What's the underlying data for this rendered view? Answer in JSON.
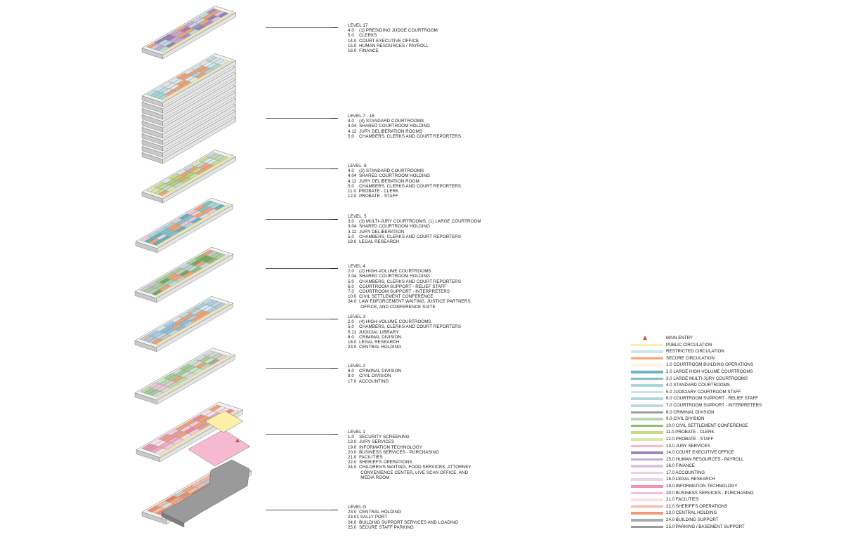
{
  "levels": [
    {
      "id": "l17",
      "title": "LEVEL 17",
      "items": [
        "4.0    (1) PRESIDING JUDGE COURTROOM",
        "5.0    CLERKS",
        "14.0  COURT EXECUTIVE OFFICE",
        "15.0  HUMAN RESOURCES / PAYROLL",
        "16.0  FINANCE"
      ],
      "palette": [
        "#a98fc0",
        "#c7a9d4",
        "#b9dde2",
        "#f3a073",
        "#d6c7e2",
        "#9c7db3"
      ]
    },
    {
      "id": "l7_16",
      "title": "LEVEL 7 - 16",
      "items": [
        "4.0    (4) STANDARD COURTROOMS",
        "4.04  SHARED COURTROOM HOLDING",
        "4.12  JURY DELIBERATION ROOMS",
        "5.0    CHAMBERS, CLERKS AND COURT REPORTERS"
      ],
      "palette": [
        "#b9dde2",
        "#cfe6ea",
        "#f3a073",
        "#d9e9ef",
        "#e8e8e8",
        "#a9d4db"
      ]
    },
    {
      "id": "l6",
      "title": "LEVEL  6",
      "items": [
        "4.0    (2) STANDARD COURTROOMS",
        "4.04  SHARED COURTROOM HOLDING",
        "4.12  JURY DELIBERATION ROOM",
        "5.0    CHAMBERS, CLERKS AND COURT REPORTERS",
        "11.0  PROBATE - CLERK",
        "12.0  PROBATE - STAFF"
      ],
      "palette": [
        "#c9df8a",
        "#b9dde2",
        "#dde9b0",
        "#f3a073",
        "#d9e9ef",
        "#b7d275"
      ]
    },
    {
      "id": "l5",
      "title": "LEVEL  5",
      "items": [
        "3.0    (3) MULTI-JURY COURTROOMS, (1) LARGE COURTROOM",
        "3.04  SHARED COURTROOM HOLDING",
        "3.12  JURY DELIBERATION",
        "5.0    CHAMBERS, CLERKS AND COURT REPORTERS",
        "18.0  LEGAL RESEARCH"
      ],
      "palette": [
        "#7fc2c8",
        "#a9d4db",
        "#f0c6d6",
        "#f3a073",
        "#e8d8e6",
        "#63b1ba"
      ]
    },
    {
      "id": "l4",
      "title": "LEVEL 4",
      "items": [
        "2.0    (2) HIGH-VOLUME COURTROOMS",
        "2.04  SHARED COURTROOM HOLDING",
        "5.0    CHAMBERS, CLERKS AND COURT REPORTERS",
        "6.0    COURTROOM SUPPORT - RELIEF STAFF",
        "7.0    COURTROOM SUPPORT - INTERPRETERS",
        "10.0  CIVIL SETTLEMENT CONFERENCE",
        "24.0  LAW ENFORCEMENT WAITING, JUSTICE PARTNERS",
        "          OFFICE, AND CONFERENCE SUITE"
      ],
      "palette": [
        "#8fbd6b",
        "#b9dde2",
        "#a7cfa0",
        "#f3a073",
        "#c8c8c8",
        "#6fa95a"
      ]
    },
    {
      "id": "l3",
      "title": "LEVEL 3",
      "items": [
        "2.0    (4) HIGH-VOLUME COURTROOMS",
        "5.0    CHAMBERS, CLERKS AND COURT REPORTERS",
        "5.11  JUDICIAL LIBRARY",
        "8.0    CRIMINAL DIVISION",
        "18.0  LEGAL RESEARCH",
        "23.0  CENTRAL HOLDING"
      ],
      "palette": [
        "#a9cde6",
        "#b9dde2",
        "#c6c6c6",
        "#f3a073",
        "#d9e9ef",
        "#8fbcd8"
      ]
    },
    {
      "id": "l2",
      "title": "LEVEL 2",
      "items": [
        "8.0    CRIMINAL DIVISION",
        "9.0    CIVIL DIVISION",
        "17.0  ACCOUNTING"
      ],
      "palette": [
        "#b7dcae",
        "#a3a9a1",
        "#c9e6c2",
        "#ecc7d7",
        "#d8d8d8",
        "#9ecf95"
      ]
    },
    {
      "id": "l1",
      "title": "LEVEL 1",
      "items": [
        "1.0    SECURITY SCREENING",
        "13.0  JURY SERVICES",
        "19.0  INFORMATION TECHNOLOGY",
        "20.0  BUSINESS SERVICES - PURCHASING",
        "21.0  FACILITIES",
        "22.0  SHERIFF'S OPERATIONS",
        "24.0  CHILDREN'S WAITING, FOOD SERVICES, ATTORNEY",
        "          CONVENIENCE CENTER, LIVE SCAN OFFICE, AND",
        "          MEDIA ROOM"
      ],
      "palette": [
        "#f2a9c6",
        "#f7c9d9",
        "#f0859b",
        "#fbe0e6",
        "#f3a073",
        "#e996b3"
      ]
    },
    {
      "id": "lg",
      "title": "LEVEL G",
      "items": [
        "23.0  CENTRAL HOLDING",
        "23.01 SALLY PORT",
        "24.0  BUILDING SUPPORT SERVICES AND LOADING",
        "25.0  SECURE STAFF PARKING"
      ],
      "palette": [
        "#f4a282",
        "#ee8d6a",
        "#f7b99b",
        "#c9c9c9",
        "#dedede",
        "#e87d5c"
      ]
    }
  ],
  "legend": [
    {
      "label": "MAIN ENTRY",
      "color": "#c2553d",
      "marker": "triangle"
    },
    {
      "label": "PUBLIC CIRCULATION",
      "color": "#fbf0a6"
    },
    {
      "label": "RESTRICTED CIRCULATION",
      "color": "#c9e4f2"
    },
    {
      "label": "SECURE CIRCULATION",
      "color": "#f5a46c"
    },
    {
      "label": "1.0 COURTROOM BUILDING OPERATIONS",
      "color": "#fdf3dc"
    },
    {
      "label": "2.0 LARGE HIGH-VOLUME COURTROOMS",
      "color": "#6fb2bd"
    },
    {
      "label": "3.0 LARGE MULTI-JURY COURTROOMS",
      "color": "#82bfc6"
    },
    {
      "label": "4.0 STANDARD COURTROOMS",
      "color": "#a9d7d9"
    },
    {
      "label": "5.0 JUDICIARY COURTROOM STAFF",
      "color": "#c8e6ea"
    },
    {
      "label": "6.0 COURTROOM SUPPORT - RELIEF STAFF",
      "color": "#b1d6dc"
    },
    {
      "label": "7.0 COURTROOM SUPPORT - INTERPRETERS",
      "color": "#bcd7de"
    },
    {
      "label": "8.0 CRIMINAL DIVISION",
      "color": "#9a9d98"
    },
    {
      "label": "9.0 CIVIL DIVISION",
      "color": "#b5d7ad"
    },
    {
      "label": "10.0 CIVIL SETTLEMENT CONFERENCE",
      "color": "#8fbb75"
    },
    {
      "label": "11.0 PROBATE - CLERK",
      "color": "#c7dc83"
    },
    {
      "label": "12.0 PROBATE - STAFF",
      "color": "#dde9ac"
    },
    {
      "label": "13.0 JURY SERVICES",
      "color": "#f5b9d0"
    },
    {
      "label": "14.0 COURT EXECUTIVE OFFICE",
      "color": "#a187b8"
    },
    {
      "label": "15.0 HUMAN RESOURCES - PAYROLL",
      "color": "#c4add3"
    },
    {
      "label": "16.0 FINANCE",
      "color": "#d9c2df"
    },
    {
      "label": "17.0 ACCOUNTING",
      "color": "#eccfe0"
    },
    {
      "label": "18.0 LEGAL RESEARCH",
      "color": "#e7d9e8"
    },
    {
      "label": "19.0 INFORMATION TECHNOLOGY",
      "color": "#ee94ad"
    },
    {
      "label": "20.0 BUSINESS SERVICES - PURCHASING",
      "color": "#f6c0cc"
    },
    {
      "label": "21.0 FACILITIES",
      "color": "#fbdde2"
    },
    {
      "label": "22.0 SHERIFF'S OPERATIONS",
      "color": "#f7b9a1"
    },
    {
      "label": "23.0 CENTRAL HOLDING",
      "color": "#f29a78"
    },
    {
      "label": "24.0 BUILDING SUPPORT",
      "color": "#a9a9a9"
    },
    {
      "label": "25.0 PARKING / BASEMENT SUPPORT",
      "color": "#9a9a9a"
    }
  ],
  "colors": {
    "public_circulation": "#fbf0a6",
    "secure_circulation": "#f5a46c",
    "slab_edge": "#d9d9d9",
    "outline": "#6f6f6f"
  }
}
